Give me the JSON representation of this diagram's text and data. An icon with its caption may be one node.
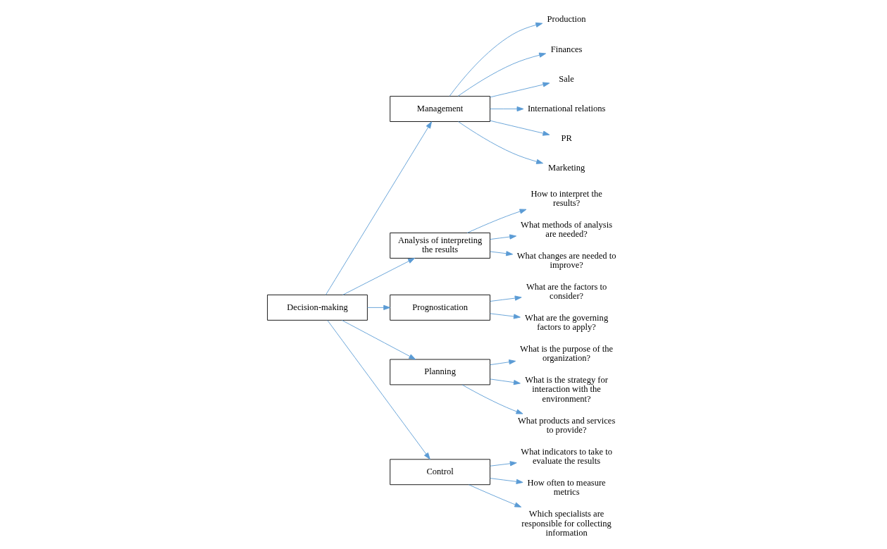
{
  "diagram": {
    "nodes": [
      {
        "text": [
          "Decision-making"
        ]
      },
      {
        "text": [
          "Management"
        ]
      },
      {
        "text": [
          "Analysis of interpreting the results"
        ]
      },
      {
        "text": [
          "Prognostication"
        ]
      },
      {
        "text": [
          "Production"
        ]
      },
      {
        "text": [
          "Finances"
        ]
      },
      {
        "text": [
          "Sale"
        ]
      },
      {
        "text": [
          "International relations"
        ]
      },
      {
        "text": [
          "PR"
        ]
      },
      {
        "text": [
          "Marketing"
        ]
      },
      {
        "text": [
          "How to interpret the results?"
        ]
      },
      {
        "text": [
          "What methods of analysis are needed?"
        ]
      },
      {
        "text": [
          "What changes are needed to improve?"
        ]
      },
      {
        "text": [
          "What are the factors to consider?"
        ]
      },
      {
        "text": [
          "What are the governing factors to apply?"
        ]
      },
      {
        "text": [
          "Planning"
        ]
      },
      {
        "text": [
          "What is the purpose of the organization?"
        ]
      },
      {
        "text": [
          "What is the strategy for interaction with the environment?"
        ]
      },
      {
        "text": [
          "What products and services to provide?"
        ]
      },
      {
        "text": [
          "Control"
        ]
      },
      {
        "text": [
          "What indicators to take to evaluate the results"
        ]
      },
      {
        "text": [
          "How often to measure metrics"
        ]
      },
      {
        "text": [
          "Which specialists are responsible for collecting information"
        ]
      }
    ],
    "edges": [
      {
        "from": 0,
        "to": 1,
        "arrow": "to"
      },
      {
        "from": 0,
        "to": 2,
        "arrow": "to"
      },
      {
        "from": 0,
        "to": 3,
        "arrow": "to"
      },
      {
        "from": 1,
        "to": 4,
        "arrow": "to"
      },
      {
        "from": 1,
        "to": 5,
        "arrow": "to"
      },
      {
        "from": 1,
        "to": 6,
        "arrow": "to"
      },
      {
        "from": 1,
        "to": 7,
        "arrow": "to"
      },
      {
        "from": 1,
        "to": 8,
        "arrow": "to"
      },
      {
        "from": 1,
        "to": 9,
        "arrow": "to"
      },
      {
        "from": 2,
        "to": 10,
        "arrow": "to"
      },
      {
        "from": 2,
        "to": 11,
        "arrow": "to"
      },
      {
        "from": 2,
        "to": 12,
        "arrow": "to"
      },
      {
        "from": 3,
        "to": 13,
        "arrow": "to"
      },
      {
        "from": 3,
        "to": 14,
        "arrow": "to"
      },
      {
        "from": 0,
        "to": 15,
        "arrow": "to"
      },
      {
        "from": 0,
        "to": 19,
        "arrow": "to"
      },
      {
        "from": 15,
        "to": 16,
        "arrow": "to"
      },
      {
        "from": 15,
        "to": 17,
        "arrow": "to"
      },
      {
        "from": 15,
        "to": 18,
        "arrow": "to"
      },
      {
        "from": 19,
        "to": 20,
        "arrow": "to"
      },
      {
        "from": 19,
        "to": 21,
        "arrow": "to"
      },
      {
        "from": 19,
        "to": 22,
        "arrow": "to"
      }
    ]
  }
}
